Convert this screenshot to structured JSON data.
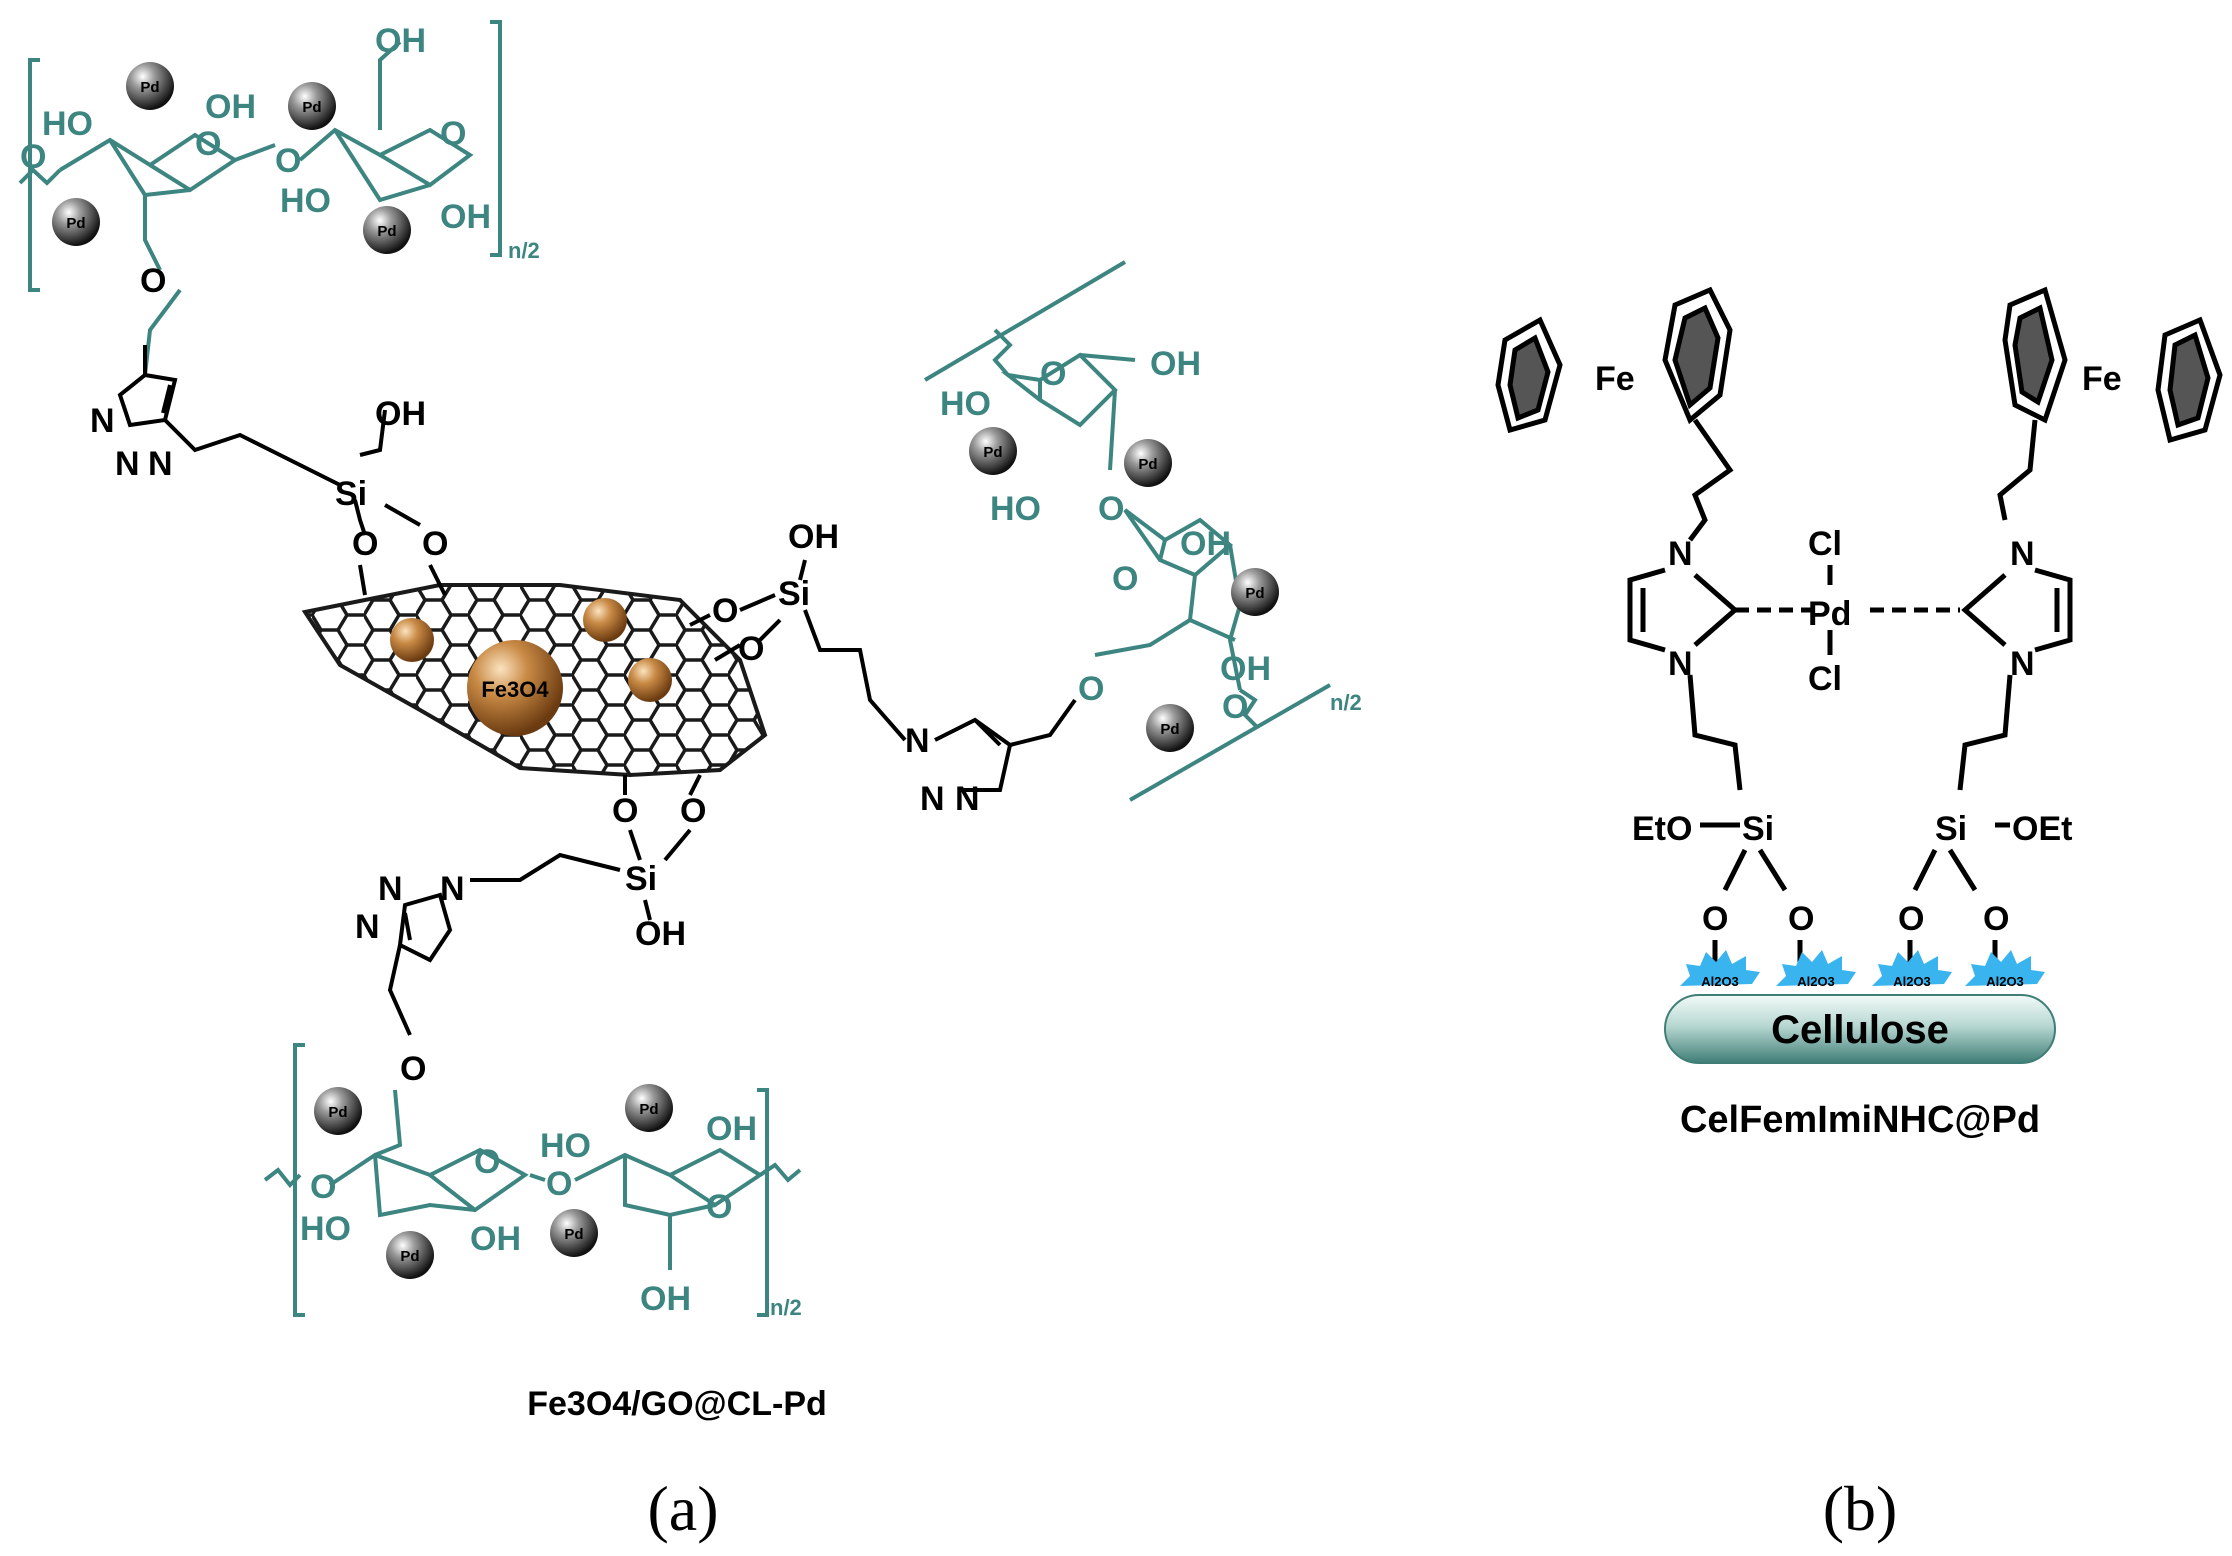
{
  "panel_a": {
    "caption": "(a)",
    "compound_name": "Fe3O4/GO@CL-Pd",
    "core_particle": "Fe3O4",
    "metal_label": "Pd",
    "repeat_subscript": "n/2",
    "groups": {
      "oh": "OH",
      "ho": "HO",
      "o": "O",
      "si": "Si",
      "n": "N"
    }
  },
  "panel_b": {
    "caption": "(b)",
    "compound_name": "CelFemImiNHC@Pd",
    "support": "Cellulose",
    "support_particle": "Al2O3",
    "groups": {
      "fe": "Fe",
      "cl": "Cl",
      "pd": "Pd",
      "n": "N",
      "si": "Si",
      "eto": "EtO",
      "oet": "OEt",
      "o": "O"
    }
  },
  "colors": {
    "cellulose_teal": "#3d8580",
    "fe3o4_brown": "#b07030",
    "al2o3_blue": "#3ab4ef",
    "pd_sphere": "#444444"
  },
  "icons": [
    "graphene-oxide-sheet-icon",
    "fe3o4-nanoparticle-icon",
    "pd-nanoparticle-icon",
    "ferrocene-icon",
    "al2o3-particle-icon",
    "cellulose-support-icon"
  ]
}
